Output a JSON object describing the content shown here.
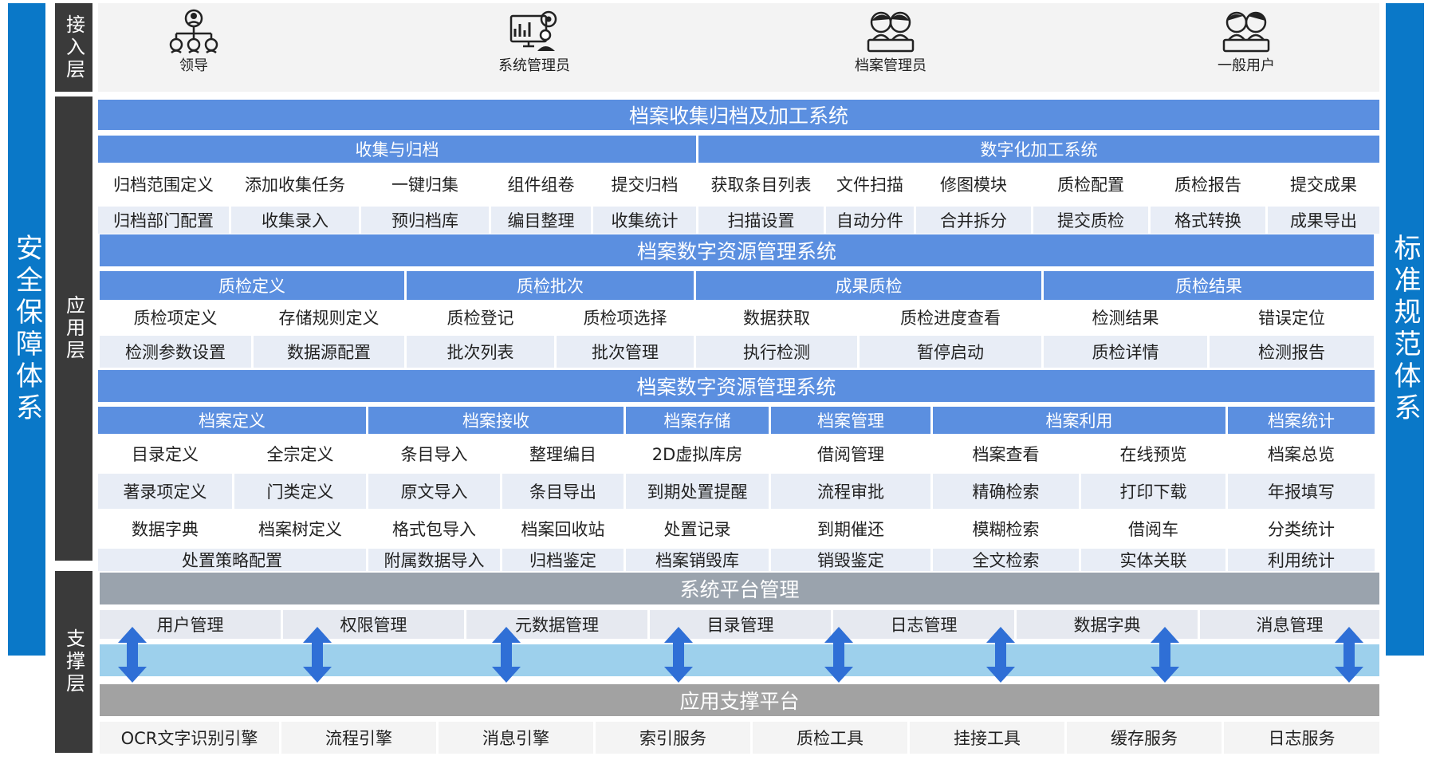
{
  "left_side": "安全保障体系",
  "right_side": "标准规范体系",
  "layers": {
    "access": "接入层",
    "application": "应用层",
    "support": "支撑层"
  },
  "users": [
    {
      "label": "领导",
      "icon": "org-users-icon"
    },
    {
      "label": "系统管理员",
      "icon": "sysadmin-icon"
    },
    {
      "label": "档案管理员",
      "icon": "archivist-icon"
    },
    {
      "label": "一般用户",
      "icon": "general-user-icon"
    }
  ],
  "sys1": {
    "title": "档案收集归档及加工系统",
    "groups": [
      {
        "name": "收集与归档",
        "rows": [
          [
            "归档范围定义",
            "添加收集任务",
            "一键归集",
            "组件组卷",
            "提交归档"
          ],
          [
            "归档部门配置",
            "收集录入",
            "预归档库",
            "编目整理",
            "收集统计"
          ]
        ]
      },
      {
        "name": "数字化加工系统",
        "rows": [
          [
            "获取条目列表",
            "文件扫描",
            "修图模块",
            "质检配置",
            "质检报告",
            "提交成果"
          ],
          [
            "扫描设置",
            "自动分件",
            "合并拆分",
            "提交质检",
            "格式转换",
            "成果导出"
          ]
        ]
      }
    ]
  },
  "sys2": {
    "title": "档案数字资源管理系统",
    "groups": [
      {
        "name": "质检定义",
        "rows": [
          [
            "质检项定义",
            "存储规则定义"
          ],
          [
            "检测参数设置",
            "数据源配置"
          ]
        ]
      },
      {
        "name": "质检批次",
        "rows": [
          [
            "质检登记",
            "质检项选择"
          ],
          [
            "批次列表",
            "批次管理"
          ]
        ]
      },
      {
        "name": "成果质检",
        "rows": [
          [
            "数据获取",
            "质检进度查看"
          ],
          [
            "执行检测",
            "暂停启动"
          ]
        ]
      },
      {
        "name": "质检结果",
        "rows": [
          [
            "检测结果",
            "错误定位"
          ],
          [
            "质检详情",
            "检测报告"
          ]
        ]
      }
    ]
  },
  "sys3": {
    "title": "档案数字资源管理系统",
    "heads": [
      "档案定义",
      "档案接收",
      "档案存储",
      "档案管理",
      "档案利用",
      "档案统计"
    ],
    "rows": [
      [
        "目录定义",
        "全宗定义",
        "条目导入",
        "整理编目",
        "2D虚拟库房",
        "借阅管理",
        "档案查看",
        "在线预览",
        "档案总览"
      ],
      [
        "著录项定义",
        "门类定义",
        "原文导入",
        "条目导出",
        "到期处置提醒",
        "流程审批",
        "精确检索",
        "打印下载",
        "年报填写"
      ],
      [
        "数据字典",
        "档案树定义",
        "格式包导入",
        "档案回收站",
        "处置记录",
        "到期催还",
        "模糊检索",
        "借阅车",
        "分类统计"
      ],
      [
        "处置策略配置",
        "附属数据导入",
        "归档鉴定",
        "档案销毁库",
        "销毁鉴定",
        "全文检索",
        "实体关联",
        "利用统计"
      ]
    ]
  },
  "platform": {
    "title": "系统平台管理",
    "items": [
      "用户管理",
      "权限管理",
      "元数据管理",
      "目录管理",
      "日志管理",
      "数据字典",
      "消息管理"
    ]
  },
  "support": {
    "title": "应用支撑平台",
    "items": [
      "OCR文字识别引擎",
      "流程引擎",
      "消息引擎",
      "索引服务",
      "质检工具",
      "挂接工具",
      "缓存服务",
      "日志服务"
    ]
  },
  "colors": {
    "blue_header": "#5b8fe0",
    "side_blue": "#0a78c8",
    "layer_dark": "#3a3a3a",
    "gray_banner": "#9aa3ad",
    "band": "#9dd0ec",
    "arrow": "#2f6fd6"
  }
}
